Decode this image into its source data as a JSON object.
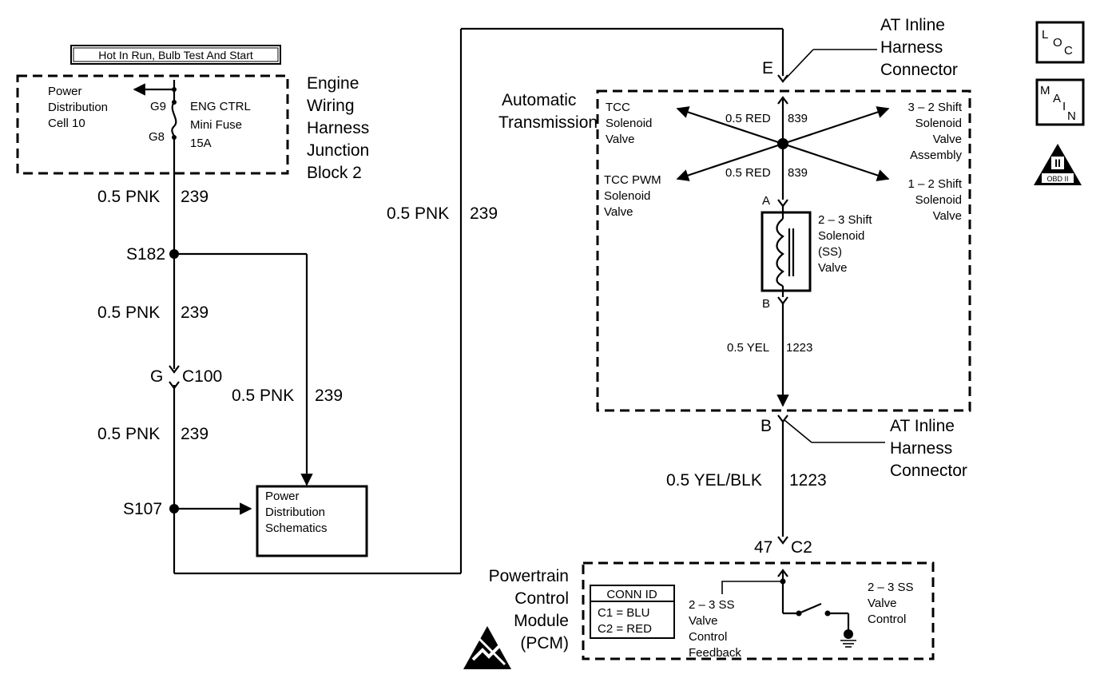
{
  "header_label": "Hot In Run, Bulb Test And Start",
  "junction_block": {
    "name": [
      "Engine",
      "Wiring",
      "Harness",
      "Junction",
      "Block 2"
    ],
    "power_distribution": [
      "Power",
      "Distribution",
      "Cell 10"
    ],
    "fuse": [
      "ENG CTRL",
      "Mini Fuse",
      "15A"
    ],
    "pin_g9": "G9",
    "pin_g8": "G8"
  },
  "left_wires": {
    "w1_gauge": "0.5 PNK",
    "w1_circuit": "239",
    "splice1": "S182",
    "w2_gauge": "0.5 PNK",
    "w2_circuit": "239",
    "conn_pin": "G",
    "conn_id": "C100",
    "w3_gauge": "0.5 PNK",
    "w3_circuit": "239",
    "splice2": "S107",
    "w4_gauge": "0.5 PNK",
    "w4_circuit": "239",
    "top_gauge": "0.5 PNK",
    "top_circuit": "239"
  },
  "pd_schematics": [
    "Power",
    "Distribution",
    "Schematics"
  ],
  "inline_top": {
    "pin": "E",
    "label": [
      "AT Inline",
      "Harness",
      "Connector"
    ]
  },
  "transmission": {
    "label": [
      "Automatic",
      "Transmission"
    ],
    "tcc_solenoid": [
      "TCC",
      "Solenoid",
      "Valve"
    ],
    "tcc_pwm": [
      "TCC PWM",
      "Solenoid",
      "Valve"
    ],
    "shift_32": [
      "3 – 2 Shift",
      "Solenoid",
      "Valve",
      "Assembly"
    ],
    "shift_12": [
      "1 – 2 Shift",
      "Solenoid",
      "Valve"
    ],
    "wire_top_gauge": "0.5 RED",
    "wire_top_circuit": "839",
    "wire_mid_gauge": "0.5 RED",
    "wire_mid_circuit": "839",
    "pin_a": "A",
    "pin_b": "B",
    "ss_valve": [
      "2 – 3 Shift",
      "Solenoid",
      "(SS)",
      "Valve"
    ],
    "yel_gauge": "0.5 YEL",
    "yel_circuit": "1223"
  },
  "inline_bottom": {
    "pin": "B",
    "label": [
      "AT Inline",
      "Harness",
      "Connector"
    ]
  },
  "pcm_wire": {
    "gauge": "0.5 YEL/BLK",
    "circuit": "1223",
    "pin": "47",
    "conn": "C2"
  },
  "pcm": {
    "label": [
      "Powertrain",
      "Control",
      "Module",
      "(PCM)"
    ],
    "conn_id_title": "CONN ID",
    "conn_ids": [
      "C1 = BLU",
      "C2 = RED"
    ],
    "feedback": [
      "2 – 3 SS",
      "Valve",
      "Control",
      "Feedback"
    ],
    "control": [
      "2 – 3 SS",
      "Valve",
      "Control"
    ]
  },
  "icons": {
    "loc": [
      "L",
      "O",
      "C"
    ],
    "main": [
      "M",
      "A",
      "I",
      "N"
    ],
    "obd_roman": "II",
    "obd_text": "OBD II"
  }
}
